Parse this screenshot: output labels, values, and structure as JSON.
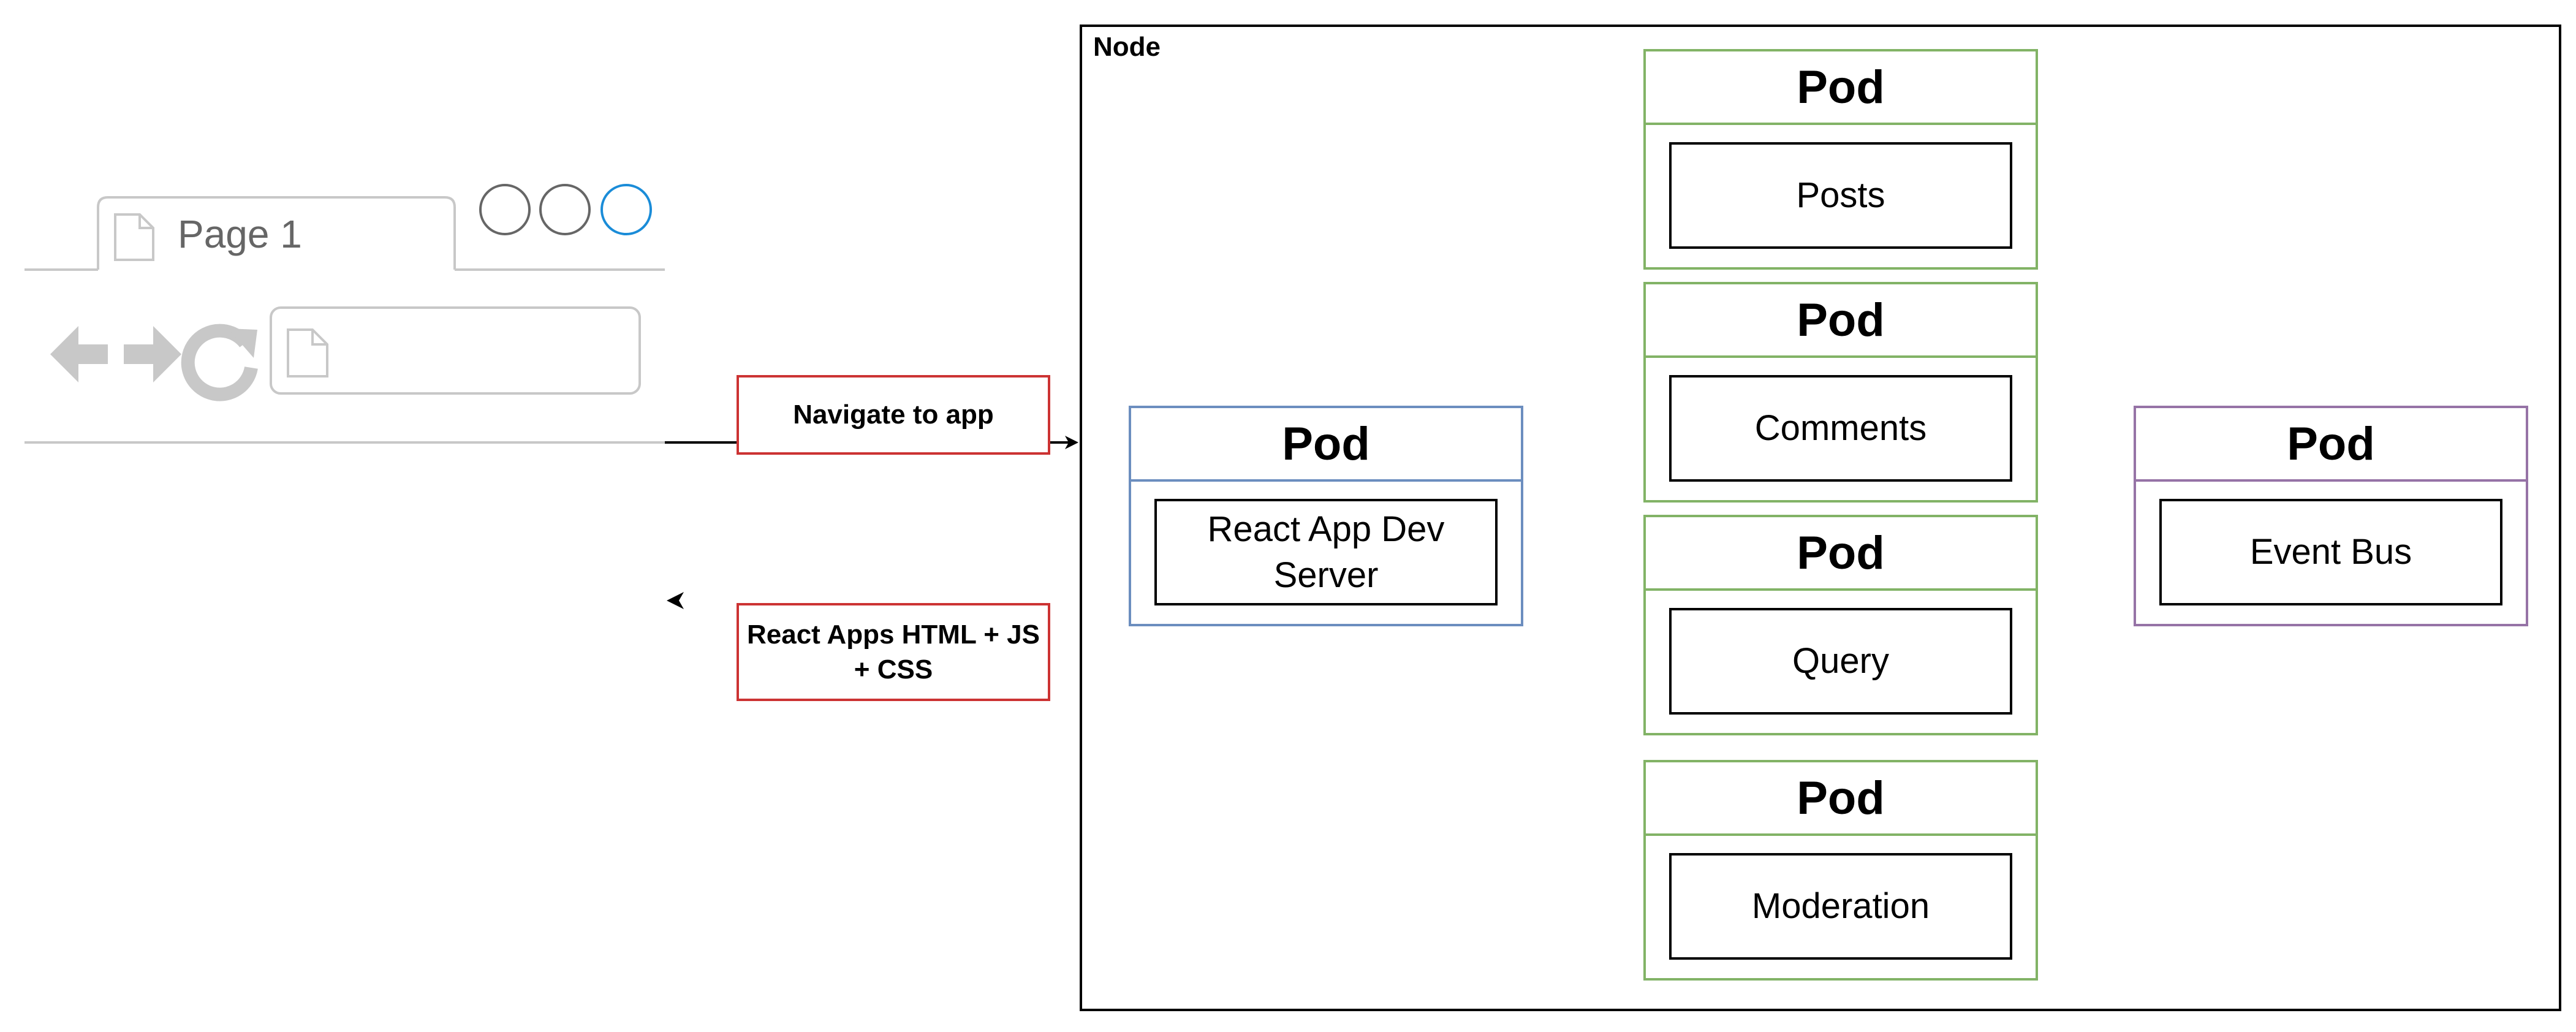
{
  "browser": {
    "tab_label": "Page 1",
    "icons": [
      "page-icon",
      "back-arrow-icon",
      "forward-arrow-icon",
      "reload-icon",
      "address-page-icon"
    ],
    "window_buttons": [
      "circle-button",
      "circle-button",
      "circle-button-active"
    ],
    "colors": {
      "chrome": "#c8c8c8",
      "active_circle": "#1a8cd8",
      "circle": "#666666"
    }
  },
  "labels": {
    "request": "Navigate to app",
    "response": "React Apps HTML + JS + CSS"
  },
  "node": {
    "label": "Node",
    "pods": [
      {
        "title": "Pod",
        "name": "React App Dev Server",
        "color": "#6c8ebf"
      },
      {
        "title": "Pod",
        "name": "Posts",
        "color": "#82b366"
      },
      {
        "title": "Pod",
        "name": "Comments",
        "color": "#82b366"
      },
      {
        "title": "Pod",
        "name": "Query",
        "color": "#82b366"
      },
      {
        "title": "Pod",
        "name": "Moderation",
        "color": "#82b366"
      },
      {
        "title": "Pod",
        "name": "Event Bus",
        "color": "#9673a6"
      }
    ]
  }
}
